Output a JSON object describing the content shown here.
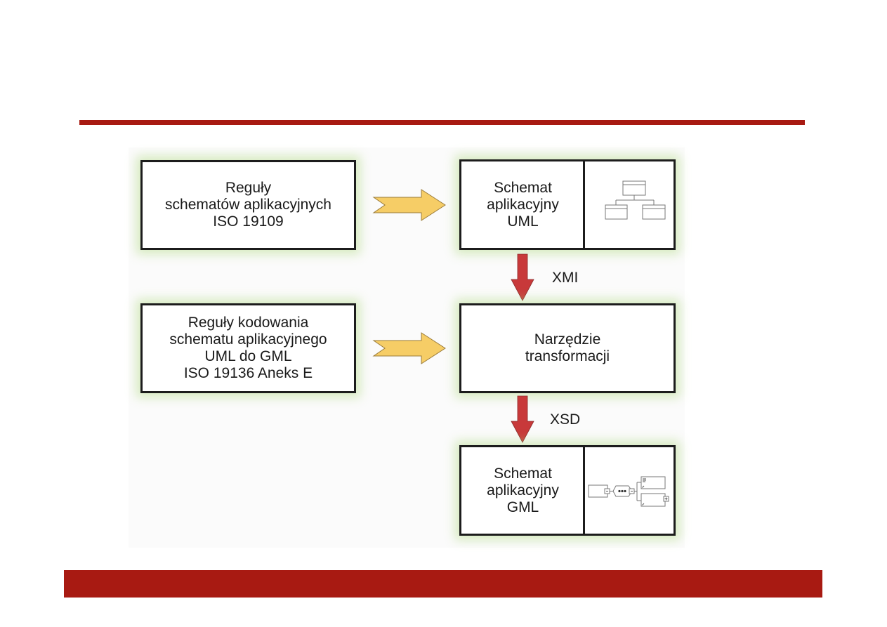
{
  "colors": {
    "accent_red": "#a81a12",
    "arrow_yellow": "#f6cd66",
    "arrow_red": "#c8393a",
    "glow_green": "#b8dc8e"
  },
  "boxes": {
    "rules_iso19109": {
      "lines": [
        "Reguły",
        "schematów aplikacyjnych",
        "ISO 19109"
      ]
    },
    "schema_uml": {
      "lines": [
        "Schemat",
        "aplikacyjny",
        "UML"
      ],
      "icon": "uml-class-diagram-icon"
    },
    "encoding_rules": {
      "lines": [
        "Reguły kodowania",
        "schematu aplikacyjnego",
        "UML do GML",
        "ISO 19136 Aneks E"
      ]
    },
    "transformation_tool": {
      "lines": [
        "Narzędzie",
        "transformacji"
      ]
    },
    "schema_gml": {
      "lines": [
        "Schemat",
        "aplikacyjny",
        "GML"
      ],
      "icon": "xsd-schema-diagram-icon"
    }
  },
  "connectors": {
    "xmi": "XMI",
    "xsd": "XSD"
  }
}
